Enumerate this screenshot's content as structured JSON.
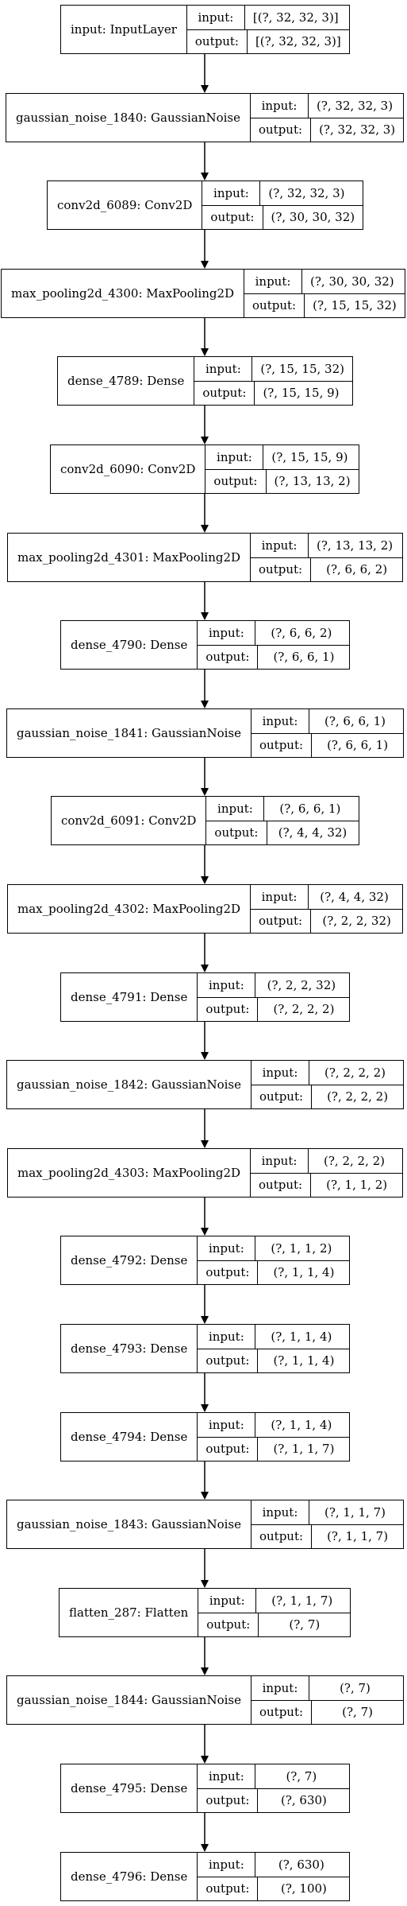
{
  "diagram": {
    "labels": {
      "input": "input:",
      "output": "output:"
    },
    "layers": [
      {
        "name": "input: InputLayer",
        "input": "[(?, 32, 32, 3)]",
        "output": "[(?, 32, 32, 3)]"
      },
      {
        "name": "gaussian_noise_1840: GaussianNoise",
        "input": "(?, 32, 32, 3)",
        "output": "(?, 32, 32, 3)"
      },
      {
        "name": "conv2d_6089: Conv2D",
        "input": "(?, 32, 32, 3)",
        "output": "(?, 30, 30, 32)"
      },
      {
        "name": "max_pooling2d_4300: MaxPooling2D",
        "input": "(?, 30, 30, 32)",
        "output": "(?, 15, 15, 32)"
      },
      {
        "name": "dense_4789: Dense",
        "input": "(?, 15, 15, 32)",
        "output": "(?, 15, 15, 9)"
      },
      {
        "name": "conv2d_6090: Conv2D",
        "input": "(?, 15, 15, 9)",
        "output": "(?, 13, 13, 2)"
      },
      {
        "name": "max_pooling2d_4301: MaxPooling2D",
        "input": "(?, 13, 13, 2)",
        "output": "(?, 6, 6, 2)"
      },
      {
        "name": "dense_4790: Dense",
        "input": "(?, 6, 6, 2)",
        "output": "(?, 6, 6, 1)"
      },
      {
        "name": "gaussian_noise_1841: GaussianNoise",
        "input": "(?, 6, 6, 1)",
        "output": "(?, 6, 6, 1)"
      },
      {
        "name": "conv2d_6091: Conv2D",
        "input": "(?, 6, 6, 1)",
        "output": "(?, 4, 4, 32)"
      },
      {
        "name": "max_pooling2d_4302: MaxPooling2D",
        "input": "(?, 4, 4, 32)",
        "output": "(?, 2, 2, 32)"
      },
      {
        "name": "dense_4791: Dense",
        "input": "(?, 2, 2, 32)",
        "output": "(?, 2, 2, 2)"
      },
      {
        "name": "gaussian_noise_1842: GaussianNoise",
        "input": "(?, 2, 2, 2)",
        "output": "(?, 2, 2, 2)"
      },
      {
        "name": "max_pooling2d_4303: MaxPooling2D",
        "input": "(?, 2, 2, 2)",
        "output": "(?, 1, 1, 2)"
      },
      {
        "name": "dense_4792: Dense",
        "input": "(?, 1, 1, 2)",
        "output": "(?, 1, 1, 4)"
      },
      {
        "name": "dense_4793: Dense",
        "input": "(?, 1, 1, 4)",
        "output": "(?, 1, 1, 4)"
      },
      {
        "name": "dense_4794: Dense",
        "input": "(?, 1, 1, 4)",
        "output": "(?, 1, 1, 7)"
      },
      {
        "name": "gaussian_noise_1843: GaussianNoise",
        "input": "(?, 1, 1, 7)",
        "output": "(?, 1, 1, 7)"
      },
      {
        "name": "flatten_287: Flatten",
        "input": "(?, 1, 1, 7)",
        "output": "(?, 7)"
      },
      {
        "name": "gaussian_noise_1844: GaussianNoise",
        "input": "(?, 7)",
        "output": "(?, 7)"
      },
      {
        "name": "dense_4795: Dense",
        "input": "(?, 7)",
        "output": "(?, 630)"
      },
      {
        "name": "dense_4796: Dense",
        "input": "(?, 630)",
        "output": "(?, 100)"
      }
    ]
  }
}
